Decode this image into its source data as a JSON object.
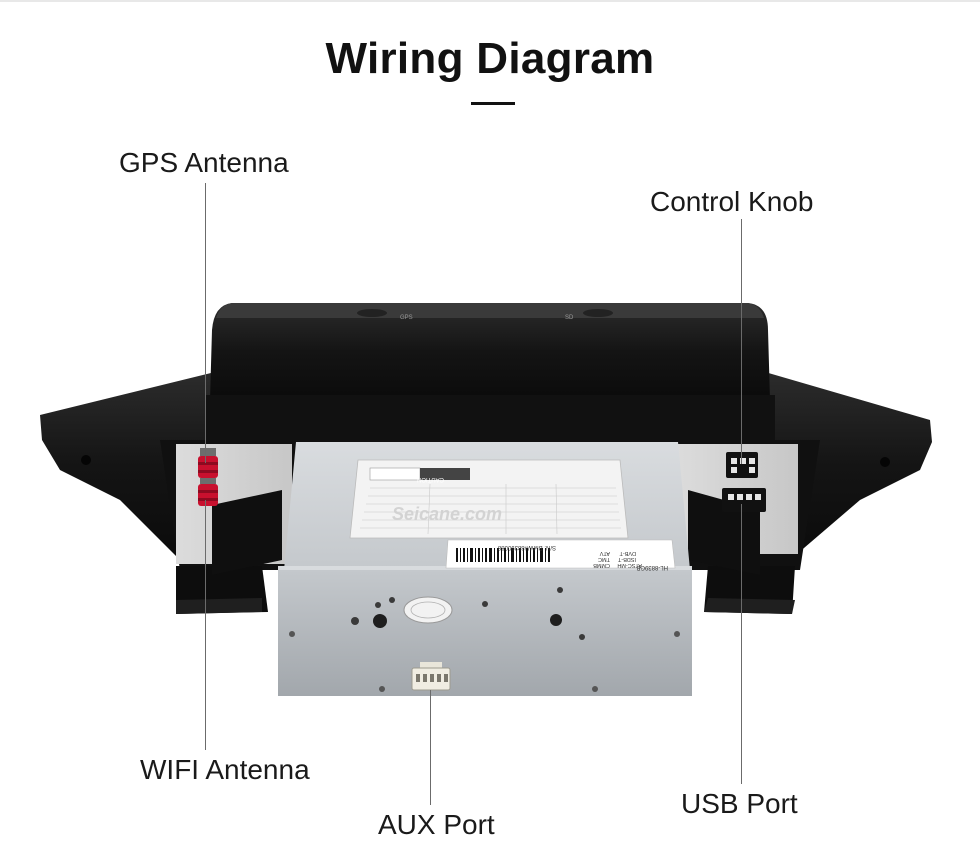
{
  "title": "Wiring Diagram",
  "labels": {
    "gps_antenna": "GPS Antenna",
    "control_knob": "Control Knob",
    "wifi_antenna": "WIFI Antenna",
    "aux_port": "AUX Port",
    "usb_port": "USB Port"
  },
  "device": {
    "top_mark_gps": "GPS",
    "top_mark_sd": "SD",
    "watermark": "Seicane.com",
    "sticker_caution": "CAUTION",
    "sticker_model": "HL-8839GB",
    "sticker_serial": "S/N: BMW#88390088",
    "sticker_options": [
      "ATV",
      "DVB-T",
      "TMC",
      "ISDB-T",
      "CMMB",
      "ATSC-MH"
    ]
  },
  "colors": {
    "housing": "#141414",
    "metal_box": "#a9aeb3",
    "antenna_connector": "#c8102e",
    "leader_line": "#6b6b6b"
  }
}
